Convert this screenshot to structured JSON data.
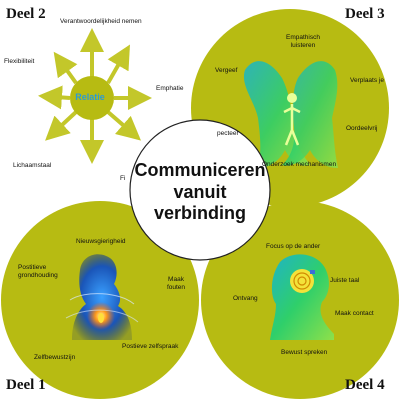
{
  "corners": {
    "deel1": "Deel 1",
    "deel2": "Deel 2",
    "deel3": "Deel 3",
    "deel4": "Deel 4"
  },
  "center": {
    "line1": "Communiceren",
    "line2": "vanuit",
    "line3": "verbinding"
  },
  "deel2": {
    "hub": "Relatie",
    "labels": {
      "verantwoordelijkheid": "Verantwoordelijkheid nemen",
      "flexibiliteit": "Flexibiliteit",
      "emphatie": "Emphatie",
      "lichaamstaal": "Lichaamstaal",
      "fi": "Fi"
    }
  },
  "deel3": {
    "empathisch": "Empathisch luisteren",
    "vergeef": "Vergeef",
    "verplaats": "Verplaats je",
    "oordeelvrij": "Oordeelvrij",
    "respecteer": "pecteer",
    "onderzoek": "Onderzoek mechanismen"
  },
  "deel1": {
    "nieuwsgierigheid": "Nieuwsgierigheid",
    "grondhouding": "Postitieve grondhouding",
    "fouten": "Maak fouten",
    "zelfspraak": "Postieve zelfspraak",
    "zelfbewustzijn": "Zelfbewustzijn"
  },
  "deel4": {
    "focus": "Focus op de ander",
    "ontvang": "Ontvang",
    "taal": "Juiste taal",
    "contact": "Maak contact",
    "spreken": "Bewust spreken"
  },
  "colors": {
    "olive": "#b7bb12",
    "arrow": "#c3c72a",
    "hub_text": "#2a9bd6"
  }
}
